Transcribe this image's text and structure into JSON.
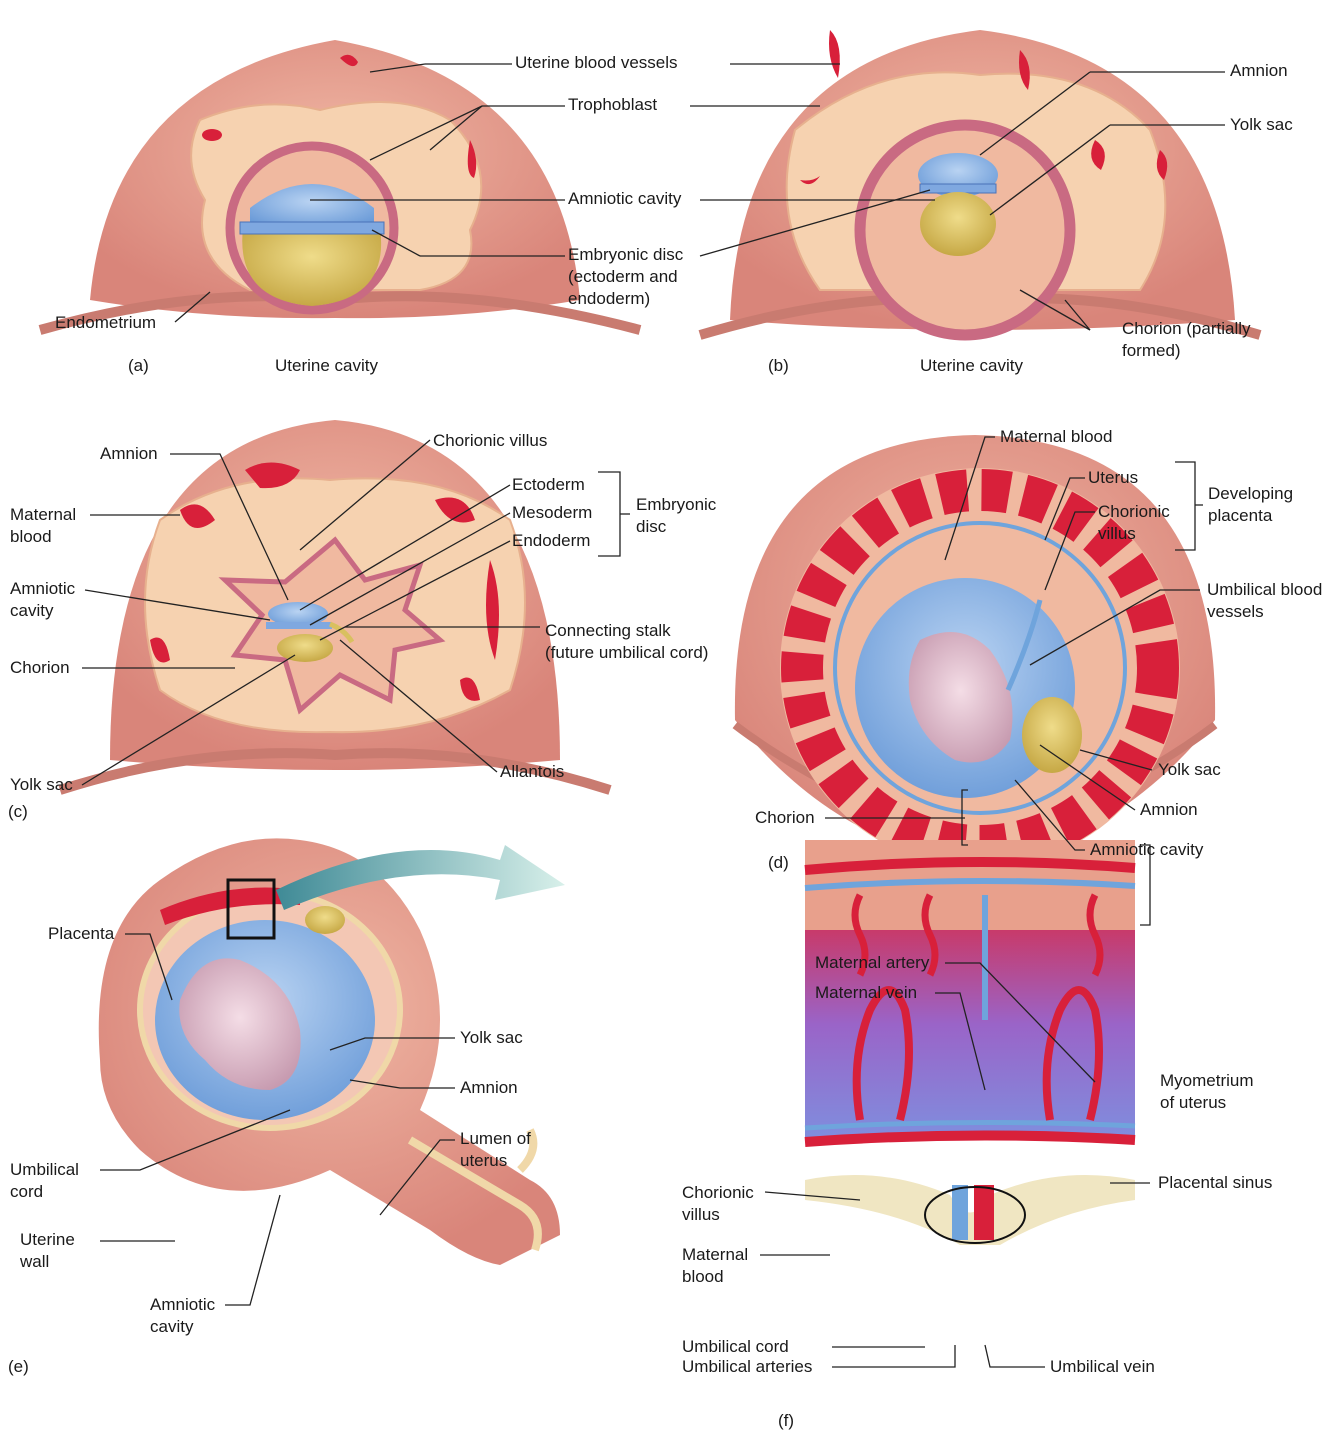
{
  "panels": {
    "a": {
      "letter": "(a)",
      "uterine_blood_vessels": "Uterine blood vessels",
      "trophoblast": "Trophoblast",
      "amniotic_cavity": "Amniotic cavity",
      "embryonic_disc": "Embryonic disc (ectoderm and endoderm)",
      "endometrium": "Endometrium",
      "uterine_cavity": "Uterine cavity"
    },
    "b": {
      "letter": "(b)",
      "amnion": "Amnion",
      "yolk_sac": "Yolk sac",
      "chorion": "Chorion (partially formed)",
      "uterine_cavity": "Uterine cavity"
    },
    "c": {
      "letter": "(c)",
      "amnion": "Amnion",
      "chorionic_villus": "Chorionic villus",
      "maternal_blood": "Maternal blood",
      "ectoderm": "Ectoderm",
      "mesoderm": "Mesoderm",
      "endoderm": "Endoderm",
      "embryonic_disc": "Embryonic disc",
      "amniotic_cavity": "Amniotic cavity",
      "connecting_stalk": "Connecting stalk (future umbilical cord)",
      "chorion": "Chorion",
      "yolk_sac": "Yolk sac",
      "allantois": "Allantois"
    },
    "d": {
      "letter": "(d)",
      "maternal_blood": "Maternal blood",
      "uterus": "Uterus",
      "chorionic_villus": "Chorionic villus",
      "developing_placenta": "Developing placenta",
      "umbilical_blood_vessels": "Umbilical blood vessels",
      "yolk_sac": "Yolk sac",
      "amnion": "Amnion",
      "chorion": "Chorion",
      "amniotic_cavity": "Amniotic cavity"
    },
    "e": {
      "letter": "(e)",
      "placenta": "Placenta",
      "yolk_sac": "Yolk sac",
      "amnion": "Amnion",
      "lumen_of_uterus": "Lumen of uterus",
      "umbilical_cord": "Umbilical cord",
      "uterine_wall": "Uterine wall",
      "amniotic_cavity": "Amniotic cavity"
    },
    "f": {
      "letter": "(f)",
      "maternal_artery": "Maternal artery",
      "maternal_vein": "Maternal vein",
      "myometrium": "Myometrium of uterus",
      "chorionic_villus": "Chorionic villus",
      "placental_sinus": "Placental sinus",
      "maternal_blood": "Maternal blood",
      "umbilical_cord": "Umbilical cord",
      "umbilical_arteries": "Umbilical arteries",
      "umbilical_vein": "Umbilical vein"
    }
  },
  "colors": {
    "tissue": "#e8a08c",
    "tissue_light": "#f3c7b4",
    "trophoblast": "#f6d2b0",
    "blood": "#d8203a",
    "amnion_blue": "#5b8fd6",
    "yolk": "#d9c060",
    "cavity_purple": "#8e7bd4",
    "vein_blue": "#6fa4dc",
    "line": "#222222"
  }
}
